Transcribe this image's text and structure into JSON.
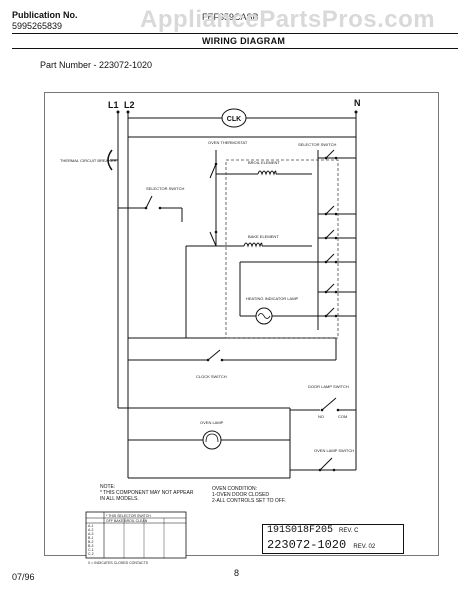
{
  "header": {
    "publication_label": "Publication No.",
    "publication_number": "5995265839",
    "model_text": "FEF359CASB",
    "watermark": "AppliancePartsPros.com",
    "title": "WIRING DIAGRAM"
  },
  "part_number": "Part Number - 223072-1020",
  "terminals": {
    "l1": "L1",
    "l2": "L2",
    "n": "N",
    "clock": "CLK"
  },
  "components": {
    "oven_thermostat": "OVEN THERMOSTAT",
    "selector_switch_top": "SELECTOR SWITCH",
    "broil_element": "BROIL ELEMENT",
    "thermal_limiter": "THERMAL CIRCUIT BREAKER",
    "selector_switch_left": "SELECTOR SWITCH",
    "bake_element": "BAKE ELEMENT",
    "indicator_lamp": "HEATING INDICATOR LAMP",
    "clock_switch": "CLOCK SWITCH",
    "door_lamp_switch": "DOOR LAMP SWITCH",
    "oven_lamp": "OVEN LAMP",
    "oven_lamp_switch": "OVEN LAMP SWITCH"
  },
  "switch_tags": {
    "no": "NO",
    "com": "COM"
  },
  "notes": {
    "title": "NOTE:",
    "line1": "* THIS COMPONENT MAY NOT APPEAR",
    "line2": "IN ALL MODELS."
  },
  "oven_condition": {
    "title": "OVEN CONDITION:",
    "line1": "1-OVEN DOOR CLOSED",
    "line2": "2-ALL CONTROLS SET TO OFF."
  },
  "table": {
    "header": "* THIS SELECTOR SWITCH",
    "subheader": "OFF  BAKE  BROIL  CLEAN",
    "rows": [
      "A-1",
      "A-2",
      "A-3",
      "B-1",
      "B-2",
      "B-3",
      "C-1",
      "C-2"
    ],
    "footnote": "X = INDICATES CLOSED CONTACTS"
  },
  "serial": {
    "line1": "191S018F205",
    "rev1": "REV. C",
    "line2": "223072-1020",
    "rev2": "REV. 02"
  },
  "footer": {
    "date": "07/96",
    "page": "8"
  }
}
